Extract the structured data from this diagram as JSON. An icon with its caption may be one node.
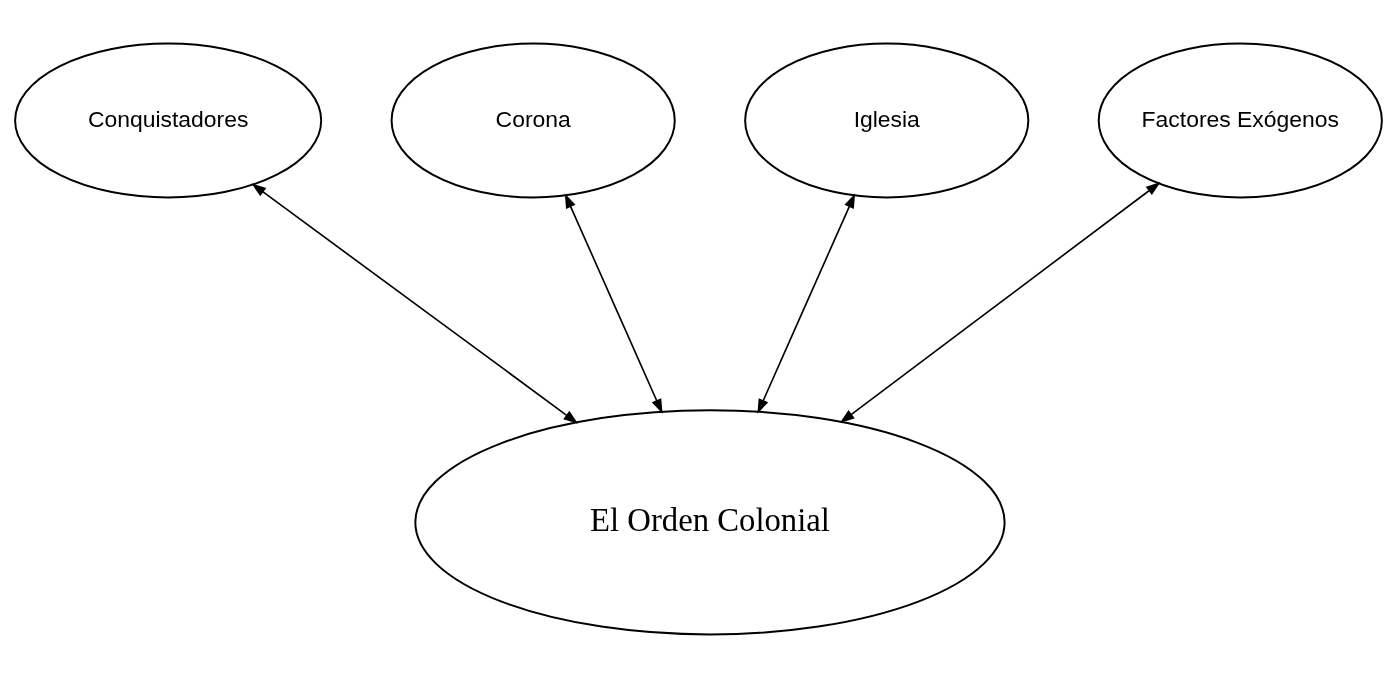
{
  "diagram": {
    "nodes": [
      {
        "text": [
          "Conquistadores"
        ]
      },
      {
        "text": [
          "Corona"
        ]
      },
      {
        "text": [
          "Iglesia"
        ]
      },
      {
        "text": [
          "Factores Exógenos"
        ]
      },
      {
        "text": [
          "El Orden Colonial"
        ]
      }
    ],
    "edges": [
      {
        "from": 0,
        "to": 4,
        "arrow": "both"
      },
      {
        "from": 1,
        "to": 4,
        "arrow": "both"
      },
      {
        "from": 2,
        "to": 4,
        "arrow": "both"
      },
      {
        "from": 3,
        "to": 4,
        "arrow": "both"
      }
    ]
  }
}
